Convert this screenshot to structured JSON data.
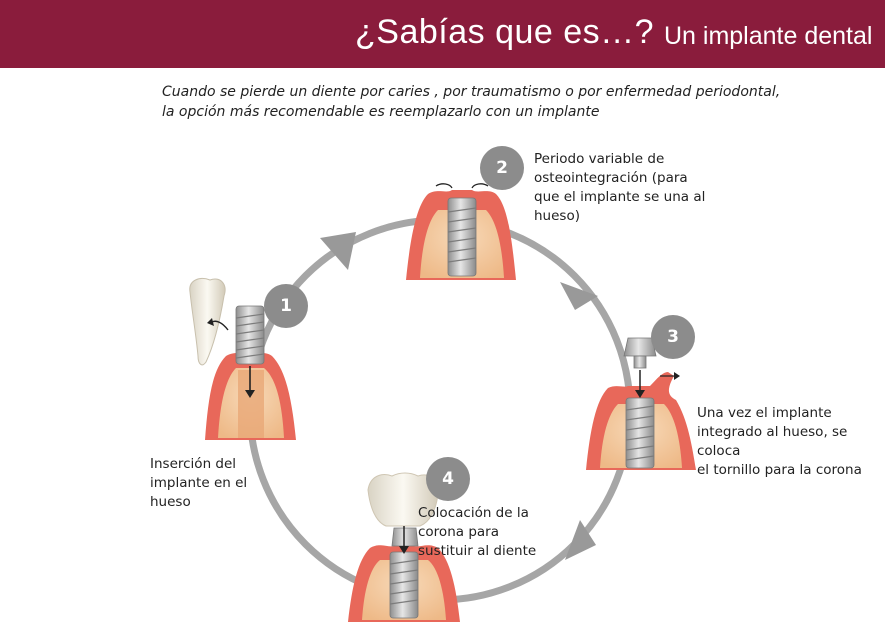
{
  "header": {
    "question": "¿Sabías que es…?",
    "topic": "Un implante dental"
  },
  "intro": {
    "line1": "Cuando se pierde un diente por caries , por traumatismo o por enfermedad periodontal,",
    "line2": "la opción más recomendable es reemplazarlo con un implante"
  },
  "steps": [
    {
      "number": "1",
      "lines": [
        "Inserción del",
        "implante en el",
        "hueso"
      ]
    },
    {
      "number": "2",
      "lines": [
        "Periodo variable de",
        "osteointegración (para",
        "que el implante se una al",
        "hueso)"
      ]
    },
    {
      "number": "3",
      "lines": [
        "Una vez el implante",
        "integrado al hueso, se coloca",
        "el tornillo para la corona"
      ]
    },
    {
      "number": "4",
      "lines": [
        "Colocación de la",
        "corona para",
        "sustituir al diente"
      ]
    }
  ],
  "colors": {
    "banner": "#8a1c3c",
    "badge": "#8c8c8c",
    "cycle": "#a6a6a6",
    "gum": "#e8685a",
    "bone": "#f3c9a0",
    "implant": "#b8b8b8"
  }
}
